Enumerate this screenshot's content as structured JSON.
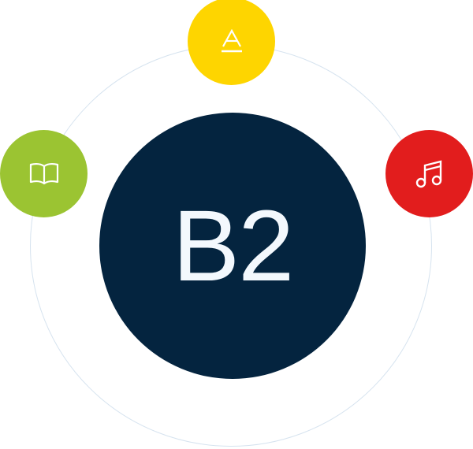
{
  "diagram": {
    "center": {
      "label": "B2",
      "color": "#04243f",
      "text_color": "#f3f8fd"
    },
    "ring_color": "#d6e3ef",
    "nodes": [
      {
        "id": "top",
        "icon": "letter-a-underline-icon",
        "meaning": "text / writing",
        "color": "#fed500"
      },
      {
        "id": "left",
        "icon": "open-book-icon",
        "meaning": "reading",
        "color": "#9bc432"
      },
      {
        "id": "right",
        "icon": "music-note-icon",
        "meaning": "listening / music",
        "color": "#e21d1d"
      }
    ]
  }
}
